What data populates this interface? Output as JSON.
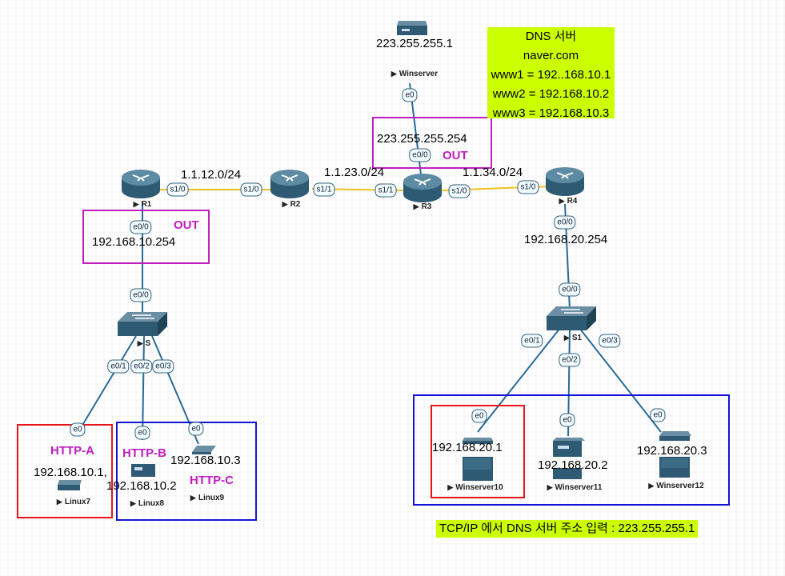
{
  "dns_info": {
    "title": "DNS 서버",
    "domain": "naver.com",
    "www1": "www1 = 192..168.10.1",
    "www2": "www2 = 192.168.10.2",
    "www3": "www3 = 192.168.10.3"
  },
  "footer": "TCP/IP 에서 DNS 서버 주소 입력 : 223.255.255.1",
  "devices": {
    "winserver": "Winserver",
    "r1": "R1",
    "r2": "R2",
    "r3": "R3",
    "r4": "R4",
    "s": "S",
    "s1": "S1",
    "linux7": "Linux7",
    "linux8": "Linux8",
    "linux9": "Linux9",
    "winserver10": "Winserver10",
    "winserver11": "Winserver11",
    "winserver12": "Winserver12"
  },
  "ips": {
    "winserver": "223.255.255.1",
    "r3_e00": "223.255.255.254",
    "r1_e00": "192.168.10.254",
    "r4_e00": "192.168.20.254",
    "linux7": "192.168.10.1,",
    "linux8": "192.168.10.2",
    "linux9": "192.168.10.3",
    "ws10": "192.168.20.1",
    "ws11": "192.168.20.2",
    "ws12": "192.168.20.3"
  },
  "networks": {
    "n12": "1.1.12.0/24",
    "n23": "1.1.23.0/24",
    "n34": "1.1.34.0/24"
  },
  "labels": {
    "out": "OUT",
    "http_a": "HTTP-A",
    "http_b": "HTTP-B",
    "http_c": "HTTP-C"
  },
  "ports": {
    "e0": "e0",
    "e0_0": "e0/0",
    "e0_1": "e0/1",
    "e0_2": "e0/2",
    "e0_3": "e0/3",
    "s1_0": "s1/0",
    "s1_1": "s1/1"
  },
  "colors": {
    "magenta": "#c01ec0",
    "red": "#e8141c",
    "blue": "#1414d8",
    "serial": "#f0c020",
    "ethernet": "#2a6a98",
    "dns_bg": "#ccff00"
  }
}
